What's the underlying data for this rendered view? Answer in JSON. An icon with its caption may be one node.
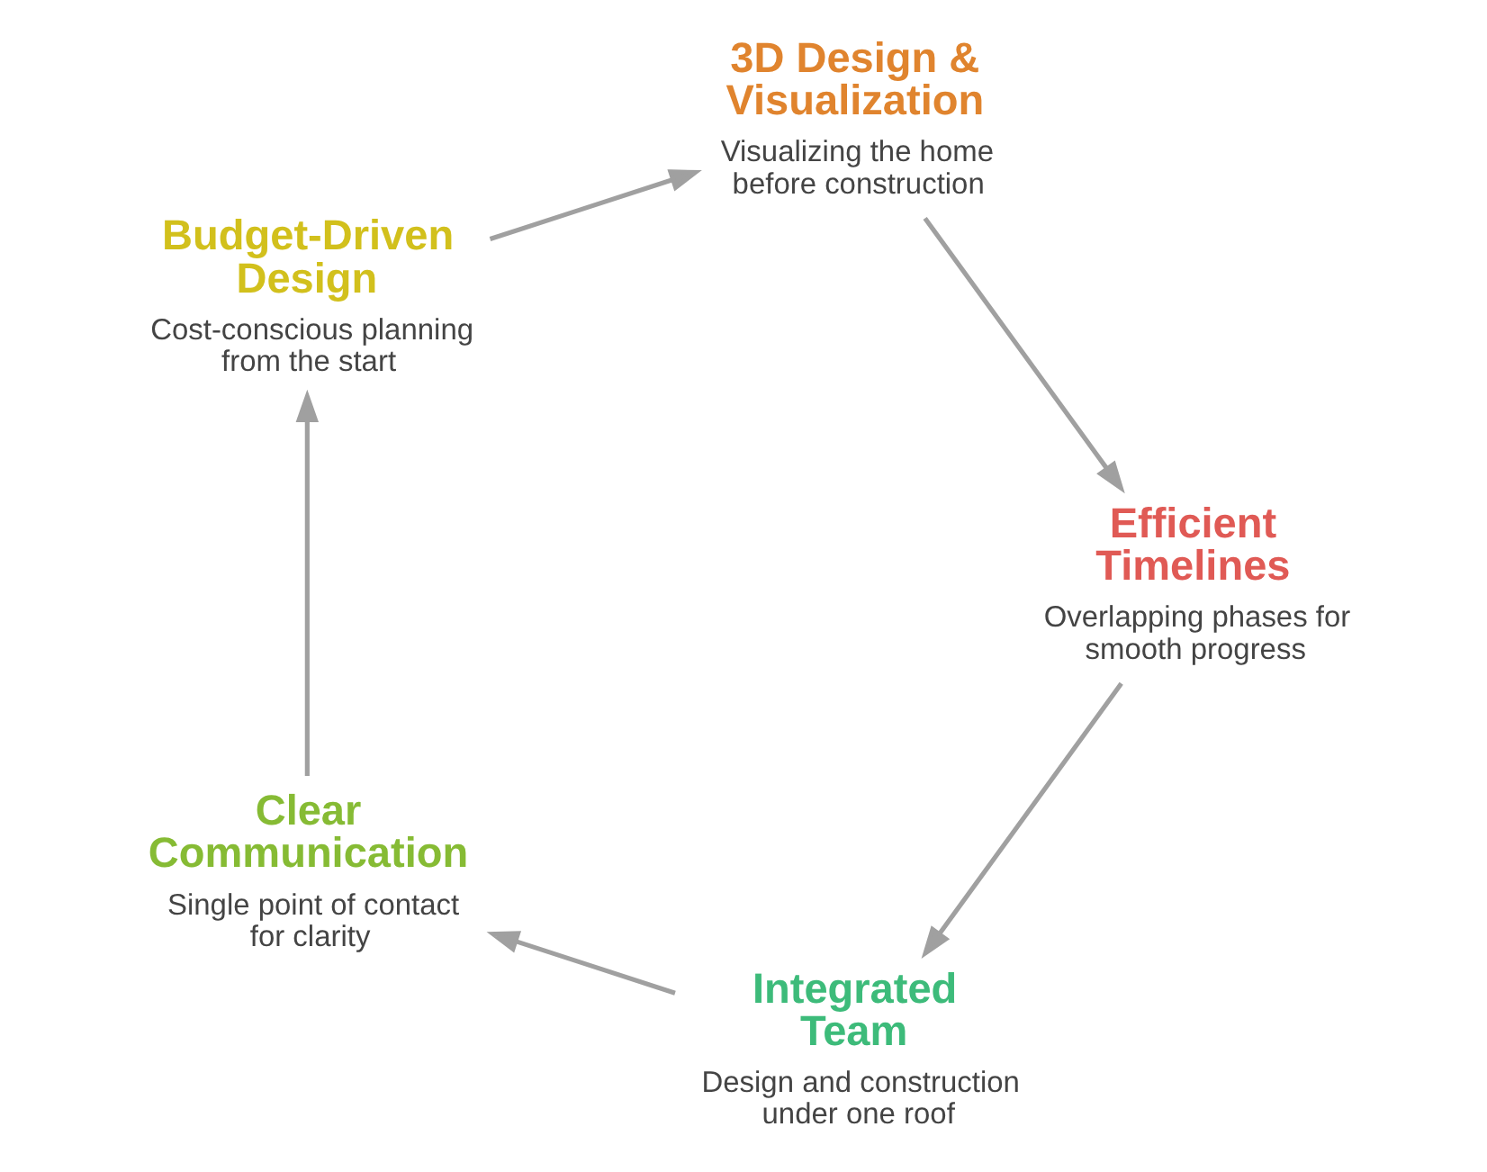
{
  "diagram": {
    "nodes": [
      {
        "text": [
          "Integrated Team",
          "Design and construction under one roof"
        ]
      },
      {
        "text": [
          "Clear Communication",
          "Single point of contact for clarity"
        ]
      },
      {
        "text": [
          "Budget-Driven Design",
          "Cost-conscious planning from the start"
        ]
      },
      {
        "text": [
          "3D Design & Visualization",
          "Visualizing the home before construction"
        ]
      },
      {
        "text": [
          "Efficient Timelines",
          "Overlapping phases for smooth progress"
        ]
      }
    ],
    "edges": [
      {
        "from": 0,
        "to": 1,
        "arrow": "to"
      },
      {
        "from": 1,
        "to": 2,
        "arrow": "to"
      },
      {
        "from": 2,
        "to": 3,
        "arrow": "to"
      },
      {
        "from": 3,
        "to": 4,
        "arrow": "to"
      },
      {
        "from": 4,
        "to": 0,
        "arrow": "to"
      }
    ]
  }
}
